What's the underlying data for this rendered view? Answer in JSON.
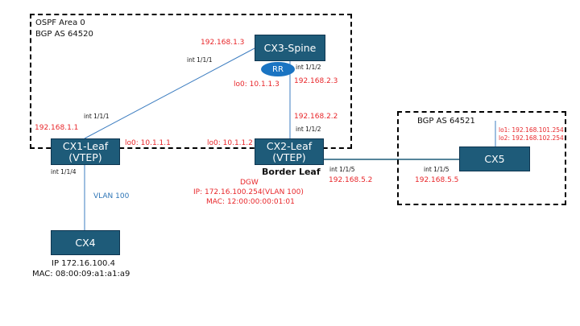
{
  "areas": {
    "ospf": {
      "line1": "OSPF Area 0",
      "line2": "BGP AS 64520"
    },
    "bgp2": {
      "line1": "BGP AS 64521"
    }
  },
  "nodes": {
    "cx3": {
      "name": "CX3-Spine",
      "badge": "RR",
      "lo": "lo0: 10.1.1.3"
    },
    "cx1": {
      "name": "CX1-Leaf",
      "sub": "(VTEP)",
      "lo": "lo0: 10.1.1.1"
    },
    "cx2": {
      "name": "CX2-Leaf",
      "sub": "(VTEP)",
      "lo": "lo0: 10.1.1.2",
      "role": "Border Leaf",
      "dgw": "DGW",
      "dgw_ip": "IP: 172.16.100.254(VLAN 100)",
      "dgw_mac": "MAC: 12:00:00:00:01:01"
    },
    "cx4": {
      "name": "CX4",
      "ip": "IP 172.16.100.4",
      "mac": "MAC: 08:00:09:a1:a1:a9"
    },
    "cx5": {
      "name": "CX5",
      "lo1": "lo1: 192.168.101.254",
      "lo2": "lo2: 192.168.102.254"
    }
  },
  "links": {
    "cx1_cx3": {
      "cx3_port": "int 1/1/1",
      "cx3_ip": "192.168.1.3",
      "cx1_port": "int 1/1/1",
      "cx1_ip": "192.168.1.1"
    },
    "cx3_cx2": {
      "cx3_port": "int 1/1/2",
      "cx3_ip": "192.168.2.3",
      "cx2_ip": "192.168.2.2",
      "cx2_port": "int 1/1/2"
    },
    "cx1_cx4": {
      "cx1_port": "int 1/1/4",
      "vlan": "VLAN 100"
    },
    "cx2_cx5": {
      "cx2_port": "int 1/1/5",
      "cx2_ip": "192.168.5.2",
      "cx5_port": "int 1/1/5",
      "cx5_ip": "192.168.5.5"
    }
  }
}
